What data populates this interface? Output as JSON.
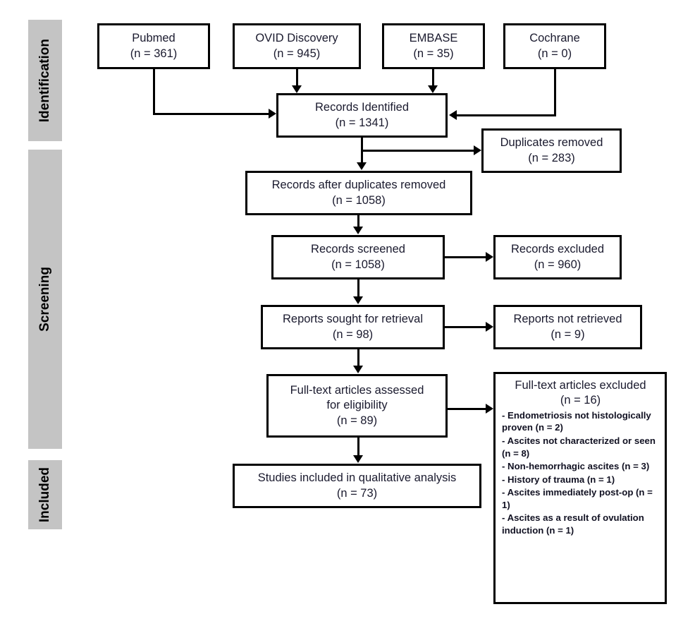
{
  "diagram": {
    "title": "PRISMA study selection flow diagram",
    "stages": [
      {
        "id": "identification",
        "label": "Identification"
      },
      {
        "id": "screening",
        "label": "Screening"
      },
      {
        "id": "included",
        "label": "Included"
      }
    ],
    "sources": [
      {
        "id": "pubmed",
        "name": "Pubmed",
        "count": "(n = 361)"
      },
      {
        "id": "ovid-discovery",
        "name": "OVID Discovery",
        "count": "(n = 945)"
      },
      {
        "id": "embase",
        "name": "EMBASE",
        "count": "(n = 35)"
      },
      {
        "id": "cochrane",
        "name": "Cochrane",
        "count": "(n = 0)"
      }
    ],
    "nodes": {
      "records_identified": {
        "label": "Records Identified",
        "count": "(n = 1341)"
      },
      "duplicates_removed": {
        "label": "Duplicates removed",
        "count": "(n = 283)"
      },
      "records_after_duplicates": {
        "label": "Records after duplicates removed",
        "count": "(n = 1058)"
      },
      "records_screened": {
        "label": "Records screened",
        "count": "(n = 1058)"
      },
      "records_excluded": {
        "label": "Records excluded",
        "count": "(n = 960)"
      },
      "reports_sought": {
        "label": "Reports sought for retrieval",
        "count": "(n = 98)"
      },
      "reports_not_retrieved": {
        "label": "Reports not retrieved",
        "count": "(n = 9)"
      },
      "fulltext_assessed": {
        "label_line1": "Full-text articles assessed",
        "label_line2": "for eligibility",
        "count": "(n = 89)"
      },
      "studies_included": {
        "label": "Studies included in qualitative analysis",
        "count": "(n = 73)"
      },
      "fulltext_excluded": {
        "label": "Full-text articles excluded",
        "count": "(n = 16)",
        "reasons": [
          "- Endometriosis not histologically proven (n = 2)",
          "- Ascites not characterized or seen (n = 8)",
          "- Non-hemorrhagic ascites (n = 3)",
          "- History of trauma (n  = 1)",
          "- Ascites immediately post-op (n = 1)",
          "- Ascites as a result of ovulation induction (n = 1)"
        ]
      }
    },
    "colors": {
      "stage_bar": "#c4c4c4",
      "box_border": "#000000",
      "box_fill": "#ffffff",
      "text": "#1a1a2e",
      "connector": "#000000"
    }
  }
}
